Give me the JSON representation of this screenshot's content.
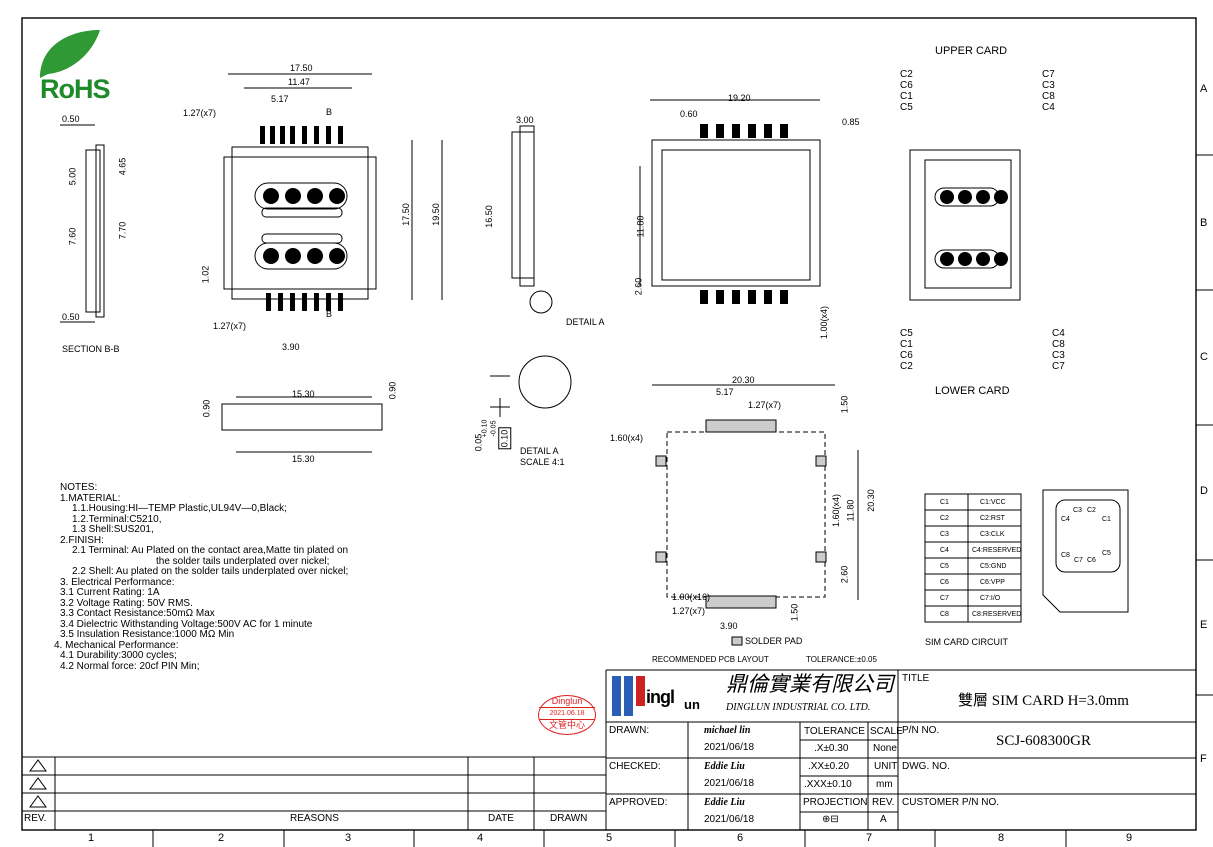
{
  "logo_rohs": "RoHS",
  "border": {
    "columns": [
      "1",
      "2",
      "3",
      "4",
      "5",
      "6",
      "7",
      "8",
      "9"
    ],
    "rows": [
      "A",
      "B",
      "C",
      "D",
      "E",
      "F"
    ]
  },
  "views": {
    "top_dims": {
      "w_outer": "17.50",
      "w_inner": "11.47",
      "pitch_left": "1.27(x7)",
      "d517": "5.17",
      "b_label": "B",
      "h1750": "17.50",
      "h1950": "19.50",
      "d102": "1.02",
      "pitch_bottom": "1.27(x7)",
      "d390": "3.90",
      "b_bottom": "B"
    },
    "section": {
      "d050_top": "0.50",
      "d500": "5.00",
      "d465": "4.65",
      "d760": "7.60",
      "d770": "7.70",
      "d050_bottom": "0.50",
      "caption": "SECTION B-B"
    },
    "side": {
      "d300": "3.00",
      "d1650": "16.50",
      "detail": "DETAIL A"
    },
    "right_top": {
      "d1920": "19.20",
      "d060": "0.60",
      "d085": "0.85",
      "d1180": "11.80",
      "d260": "2.60",
      "d100x4": "1.00(x4)"
    },
    "front": {
      "d1530_top": "15.30",
      "d090_left": "0.90",
      "d090_right": "0.90",
      "d1530_bottom": "15.30"
    },
    "detail_a": {
      "caption1": "DETAIL A",
      "caption2": "SCALE 4:1",
      "tol": "0.05",
      "tol_sup": "+0.10",
      "tol_sub": "-0.05",
      "flat": "0.10"
    },
    "pcb": {
      "d2030": "20.30",
      "d517": "5.17",
      "pitch_top": "1.27(x7)",
      "d150_top": "1.50",
      "d160x4": "1.60(x4)",
      "d160x4b": "1.60(x4)",
      "d1180": "11.80",
      "d2030v": "20.30",
      "d260": "2.60",
      "d100x16": "1.00(x16)",
      "pitch_bottom": "1.27(x7)",
      "d390": "3.90",
      "d150_bottom": "1.50",
      "solder_pad": "SOLDER PAD",
      "caption": "RECOMMENDED PCB LAYOUT",
      "tolerance": "TOLERANCE:±0.05"
    },
    "card": {
      "upper": "UPPER CARD",
      "lower": "LOWER CARD",
      "left_top": [
        "C2",
        "C6",
        "C1",
        "C5"
      ],
      "right_top": [
        "C7",
        "C3",
        "C8",
        "C4"
      ],
      "left_bottom": [
        "C5",
        "C1",
        "C6",
        "C2"
      ],
      "right_bottom": [
        "C4",
        "C8",
        "C3",
        "C7"
      ]
    }
  },
  "sim_table": {
    "rows": [
      [
        "C1",
        "C1:VCC"
      ],
      [
        "C2",
        "C2:RST"
      ],
      [
        "C3",
        "C3:CLK"
      ],
      [
        "C4",
        "C4:RESERVED"
      ],
      [
        "C5",
        "C5:GND"
      ],
      [
        "C6",
        "C6:VPP"
      ],
      [
        "C7",
        "C7:I/O"
      ],
      [
        "C8",
        "C8:RESERVED"
      ]
    ],
    "caption": "SIM CARD CIRCUIT",
    "chip": [
      "C4",
      "C3",
      "C2",
      "C1",
      "C8",
      "C7",
      "C6",
      "C5"
    ]
  },
  "notes": [
    "NOTES:",
    "1.MATERIAL:",
    "   1.1.Housing:HI—TEMP  Plastic,UL94V—0,Black;",
    "   1.2.Terminal:C5210,",
    "   1.3  Shell:SUS201,",
    "2.FINISH:",
    "   2.1  Terminal: Au Plated on the contact area,Matte tin plated on",
    "                        the solder tails underplated over nickel;",
    "   2.2  Shell:  Au plated on the solder tails   underplated over nickel;",
    "3.  Electrical Performance:",
    "3.1  Current  Rating:  1A",
    "3.2  Voltage  Rating:  50V RMS.",
    "3.3  Contact  Resistance:50mΩ  Max",
    "3.4  Dielectric  Withstanding Voltage:500V AC for 1 minute",
    "3.5  Insulation  Resistance:1000  MΩ  Min",
    "4.  Mechanical Performance:",
    "4.1  Durability:3000  cycles;",
    "4.2  Normal  force:  20cf  PIN  Min;"
  ],
  "stamp": {
    "line1": "Dinglun",
    "line2": "2021.06.18",
    "line3": "文管中心"
  },
  "title_block": {
    "logo_text": "ingl",
    "logo_un": "un",
    "company_cn": "鼎倫實業有限公司",
    "company_en": "DINGLUN  INDUSTRIAL  CO.  LTD.",
    "title_label": "TITLE",
    "title_value": "雙層 SIM CARD H=3.0mm",
    "drawn_label": "DRAWN:",
    "drawn_name": "michael lin",
    "drawn_date": "2021/06/18",
    "checked_label": "CHECKED:",
    "checked_name": "Eddie Liu",
    "checked_date": "2021/06/18",
    "approved_label": "APPROVED:",
    "approved_name": "Eddie Liu",
    "approved_date": "2021/06/18",
    "tolerance_label": "TOLERANCE",
    "tol1": ".X±0.30",
    "tol2": ".XX±0.20",
    "tol3": ".XXX±0.10",
    "scale_label": "SCALE",
    "scale_value": "None",
    "unit_label": "UNIT",
    "unit_value": "mm",
    "projection_label": "PROJECTION",
    "projection_symbol": "⊕⊟",
    "rev_label": "REV.",
    "rev_value": "A",
    "pn_label": "P/N NO.",
    "pn_value": "SCJ-608300GR",
    "dwg_label": "DWG. NO.",
    "customer_label": "CUSTOMER P/N NO."
  },
  "revision_block": {
    "rev": "REV.",
    "reasons": "REASONS",
    "date": "DATE",
    "drawn": "DRAWN"
  }
}
